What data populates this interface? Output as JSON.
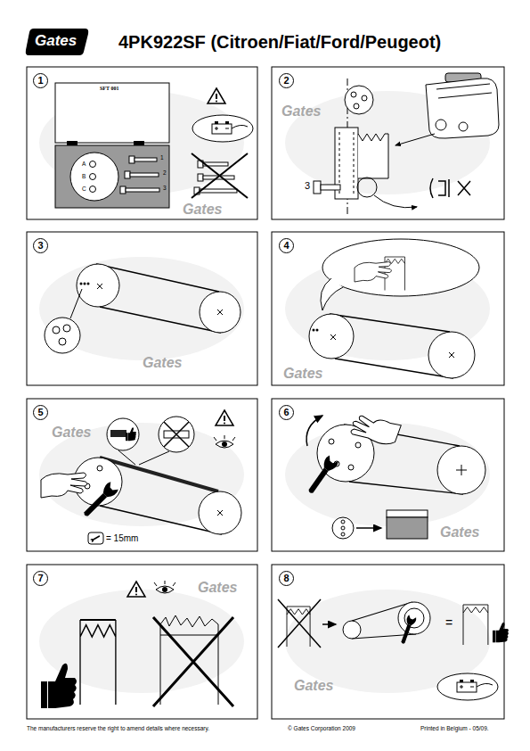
{
  "diagram": {
    "title": "4PK922SF (Citroen/Fiat/Ford/Peugeot)",
    "nodes": [
      {
        "text": [
          "1"
        ]
      },
      {
        "text": [
          "2"
        ]
      },
      {
        "text": [
          "3"
        ]
      },
      {
        "text": [
          "4"
        ]
      },
      {
        "text": [
          "5"
        ]
      },
      {
        "text": [
          "6"
        ]
      },
      {
        "text": [
          "7"
        ]
      },
      {
        "text": [
          "8"
        ]
      }
    ],
    "labels": [
      "Gates",
      "SFT 001",
      "A",
      "B",
      "C",
      "1",
      "2",
      "3",
      "3",
      "= 15mm",
      "=",
      "The manufacturers reserve the right to amend details where necessary.",
      "© Gates Corporation 2009",
      "Printed in Belgium - 05/09.",
      "Gates",
      "Gates",
      "Gates",
      "Gates",
      "Gates",
      "Gates",
      "Gates",
      "Gates"
    ]
  }
}
